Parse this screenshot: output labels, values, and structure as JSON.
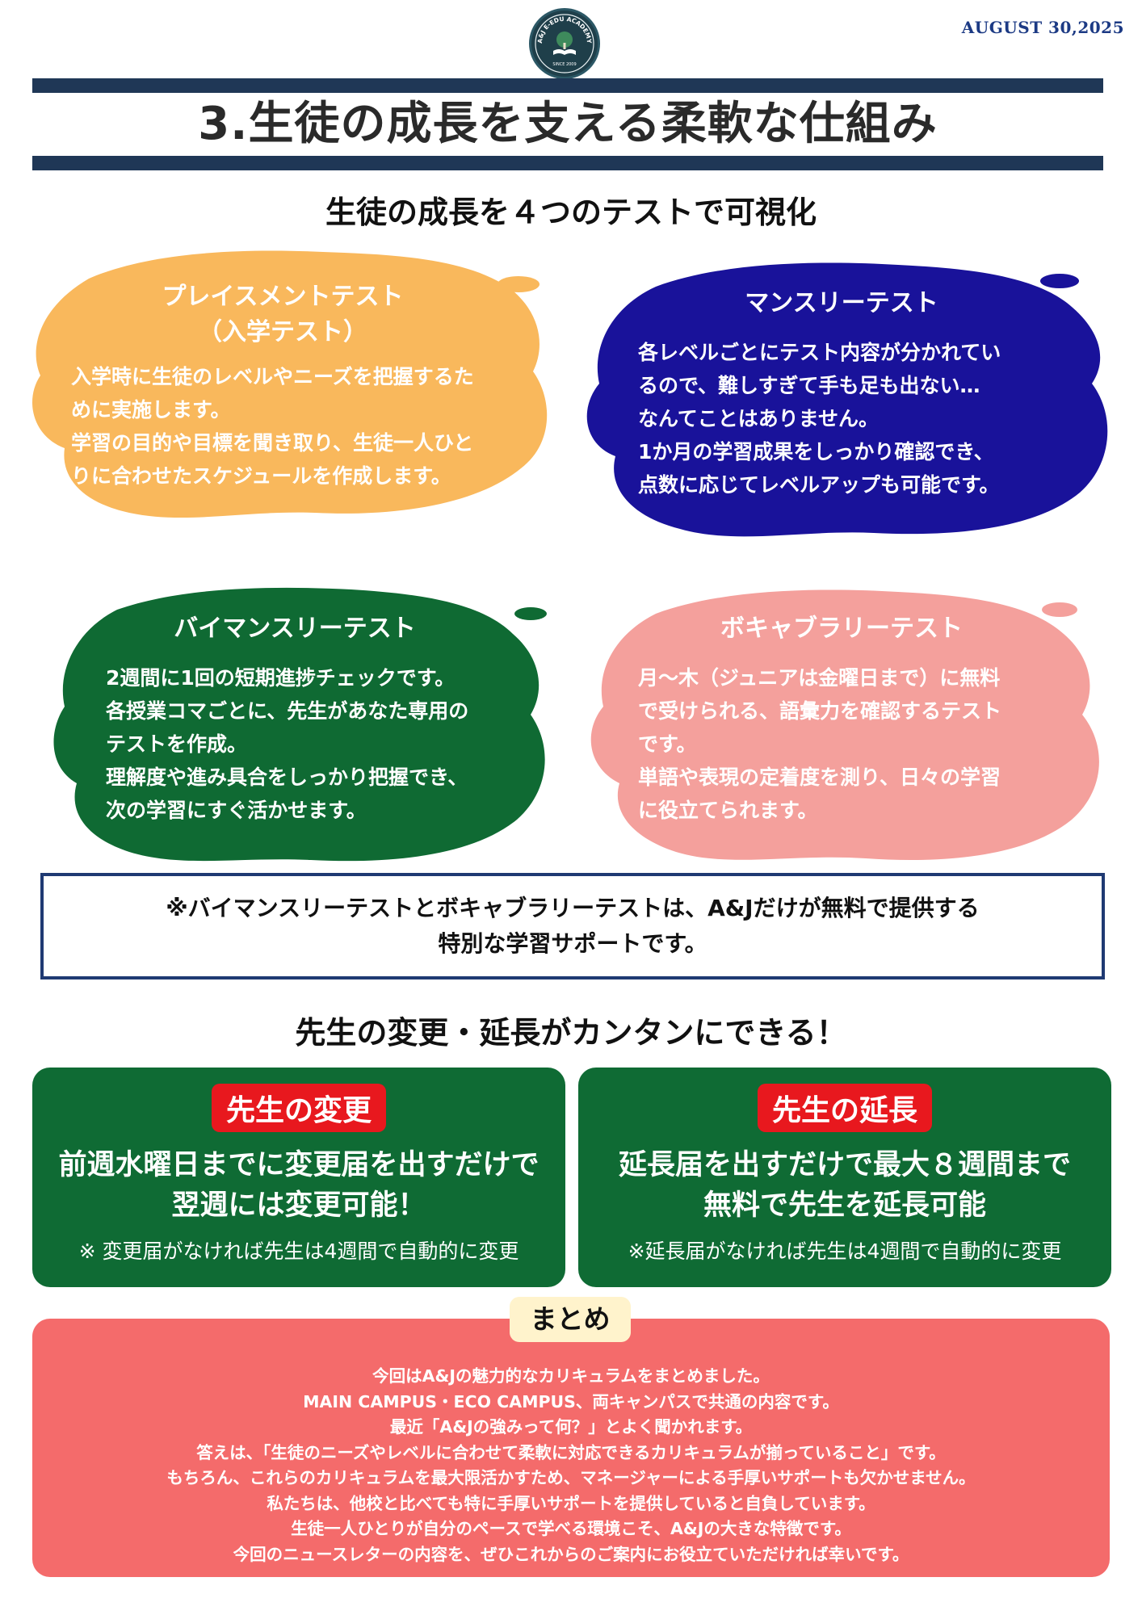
{
  "header": {
    "logo_text": "A&J E-EDU ACADEMY",
    "logo_since": "SINCE 2009",
    "date": "AUGUST 30,2025",
    "title": "3.生徒の成長を支える柔軟な仕組み"
  },
  "tests_section": {
    "heading": "生徒の成長を４つのテストで可視化",
    "tests": [
      {
        "title": "プレイスメントテスト\n（入学テスト）",
        "text": "入学時に生徒のレベルやニーズを把握するた\nめに実施します。\n学習の目的や目標を聞き取り、生徒一人ひと\nりに合わせたスケジュールを作成します。",
        "color": "#f9b85c"
      },
      {
        "title": "マンスリーテスト",
        "text": "各レベルごとにテスト内容が分かれてい\nるので、難しすぎて手も足も出ない…\nなんてことはありません。\n1か月の学習成果をしっかり確認でき、\n点数に応じてレベルアップも可能です。",
        "color": "#19129a"
      },
      {
        "title": "バイマンスリーテスト",
        "text": "2週間に1回の短期進捗チェックです。\n各授業コマごとに、先生があなた専用の\nテストを作成。\n理解度や進み具合をしっかり把握でき、\n次の学習にすぐ活かせます。",
        "color": "#0f6a33"
      },
      {
        "title": "ボキャブラリーテスト",
        "text": "月～木（ジュニアは金曜日まで）に無料\nで受けられる、語彙力を確認するテスト\nです。\n単語や表現の定着度を測り、日々の学習\nに役立てられます。",
        "color": "#f4a09c"
      }
    ],
    "note": "※バイマンスリーテストとボキャブラリーテストは、A&Jだけが無料で提供する\n特別な学習サポートです。"
  },
  "teacher_section": {
    "heading": "先生の変更・延長がカンタンにできる！",
    "cards": [
      {
        "tag": "先生の変更",
        "main": "前週水曜日までに変更届を出すだけで\n翌週には変更可能！",
        "sub": "※ 変更届がなければ先生は4週間で自動的に変更"
      },
      {
        "tag": "先生の延長",
        "main": "延長届を出すだけで最大８週間まで\n無料で先生を延長可能",
        "sub": "※延長届がなければ先生は4週間で自動的に変更"
      }
    ]
  },
  "summary": {
    "tag": "まとめ",
    "lines": [
      "今回はA&Jの魅力的なカリキュラムをまとめました。",
      "MAIN CAMPUS・ECO CAMPUS、両キャンパスで共通の内容です。",
      "最近「A&Jの強みって何？」とよく聞かれます。",
      "答えは、「生徒のニーズやレベルに合わせて柔軟に対応できるカリキュラムが揃っていること」です。",
      "もちろん、これらのカリキュラムを最大限活かすため、マネージャーによる手厚いサポートも欠かせません。",
      "私たちは、他校と比べても特に手厚いサポートを提供していると自負しています。",
      "生徒一人ひとりが自分のペースで学べる環境こそ、A&Jの大きな特徴です。",
      "今回のニュースレターの内容を、ぜひこれからのご案内にお役立ていただければ幸いです。"
    ]
  }
}
